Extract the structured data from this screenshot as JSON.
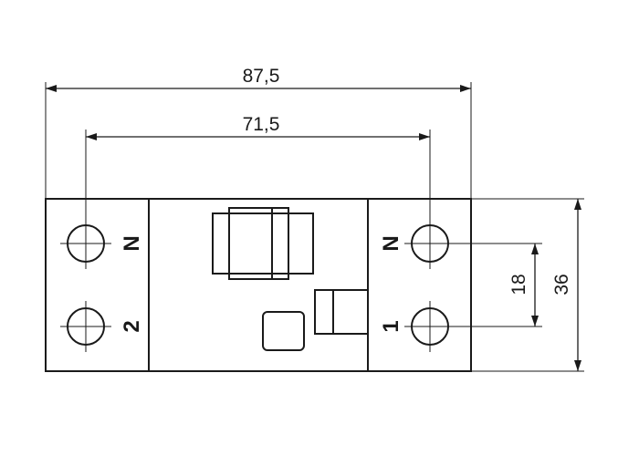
{
  "dimensions": {
    "overall_width": "87,5",
    "pitch_width": "71,5",
    "terminal_spacing": "18",
    "overall_height": "36"
  },
  "terminals": {
    "left_top": "N",
    "left_bottom": "2",
    "right_top": "N",
    "right_bottom": "1"
  }
}
